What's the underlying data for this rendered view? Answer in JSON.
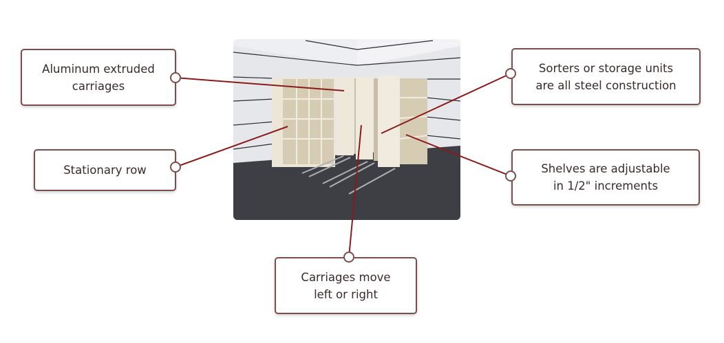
{
  "callouts": [
    {
      "id": "aluminum",
      "lines": [
        "Aluminum extruded",
        "carriages"
      ]
    },
    {
      "id": "stationary",
      "lines": [
        "Stationary row"
      ]
    },
    {
      "id": "steel",
      "lines": [
        "Sorters or storage units",
        "are all steel construction"
      ]
    },
    {
      "id": "shelves",
      "lines": [
        "Shelves are adjustable",
        "in 1/2\" increments"
      ]
    },
    {
      "id": "carriages",
      "lines": [
        "Carriages move",
        "left or right"
      ]
    }
  ],
  "colors": {
    "leader": "#8b1a1a",
    "border": "#7b4d4b",
    "text": "#3a2a2a"
  }
}
